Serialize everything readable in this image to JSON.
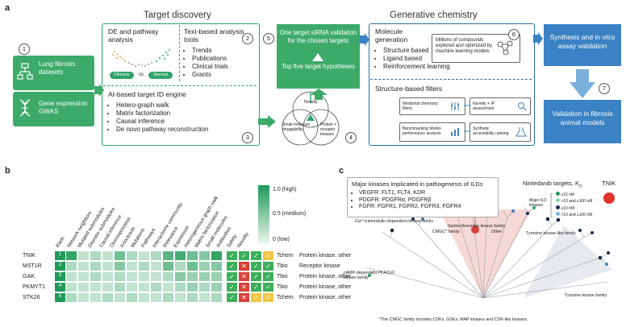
{
  "panel_a": {
    "letter": "a",
    "section_target": "Target discovery",
    "section_generative": "Generative chemistry",
    "left_items": [
      {
        "label": "Lung fibrosis datasets",
        "icon": "hierarchy-icon"
      },
      {
        "label": "Gene expression GWAS",
        "icon": "dna-icon"
      }
    ],
    "step1": "1",
    "de_title": "DE and pathway analysis",
    "de_fibrosis": "Fibrosis",
    "de_vs": "vs",
    "de_normal": "Normal",
    "text_title": "Text-based analysis tools",
    "text_items": [
      "Trends",
      "Publications",
      "Clinical trials",
      "Grants"
    ],
    "step2": "2",
    "ai_title": "AI-based target ID engine",
    "ai_items": [
      "Hetero-graph walk",
      "Matrix factorization",
      "Causal inference",
      "De novo pathway reconstruction"
    ],
    "step3": "3",
    "venn_novelty": "Novelty",
    "venn_small": "Small-molecule druggability",
    "venn_protein": "Protein + receptor kinases",
    "step4": "4",
    "top_five": "Top five target hypotheses",
    "one_target": "One target siRNA validation for the chosen targets",
    "step5": "5",
    "mol_title": "Molecule generation",
    "mol_items": [
      "Structure based",
      "Ligand based",
      "Reinforcement learning"
    ],
    "mol_desc": "Millions of compounds explored and optimized by machine learning models",
    "step6": "6",
    "struct_title": "Structure-based filters",
    "filter_med": "Medicinal chemistry filters",
    "filter_novelty": "Novelty + IP assessment",
    "filter_bench": "Benchmarking Model-performance analysis",
    "filter_synth": "Synthetic accessibility ranking",
    "synthesis": "Synthesis and in vitro assay validation",
    "step7": "7",
    "validation": "Validation in fibrosis animal models"
  },
  "panel_b": {
    "letter": "b",
    "columns": [
      "Rank",
      "Network neighbors",
      "Mutated submodules",
      "Disease submodules",
      "Causal inference",
      "Overexpression",
      "Knockouts",
      "Mutations",
      "Pathways",
      "Interactome community",
      "Relevance",
      "Expression",
      "Heterogeneous graph walk",
      "Matrix factorization",
      "Small molecules",
      "Antibodies",
      "Safety",
      "Novelty"
    ],
    "rows": [
      {
        "gene": "TNIK",
        "rank": "1",
        "levels": [
          0.9,
          0.2,
          0.3,
          0.2,
          0.6,
          0.3,
          0.2,
          0.3,
          0.7,
          0.8,
          0.6,
          0.5,
          0.9
        ],
        "marks": [
          "ok",
          "ok",
          "ok",
          "warn"
        ],
        "class": "Tchem",
        "family": "Protein kinase, other"
      },
      {
        "gene": "MST1R",
        "rank": "2",
        "levels": [
          0.3,
          0.2,
          0.3,
          0.2,
          0.5,
          0.2,
          0.3,
          0.2,
          0.6,
          0.3,
          0.6,
          0.4,
          0.5
        ],
        "marks": [
          "ok",
          "no",
          "ok",
          "ok"
        ],
        "class": "Tbio",
        "family": "Receptor kinase"
      },
      {
        "gene": "GAK",
        "rank": "3",
        "levels": [
          0.2,
          0.2,
          0.3,
          0.2,
          0.3,
          0.2,
          0.2,
          0.2,
          0.3,
          0.5,
          0.4,
          0.4,
          0.4
        ],
        "marks": [
          "ok",
          "no",
          "ok",
          "ok"
        ],
        "class": "Tbio",
        "family": "Protein kinase, other"
      },
      {
        "gene": "PKMYT1",
        "rank": "4",
        "levels": [
          0.2,
          0.2,
          0.2,
          0.2,
          0.3,
          0.2,
          0.2,
          0.3,
          0.2,
          0.3,
          0.4,
          0.3,
          0.4
        ],
        "marks": [
          "ok",
          "no",
          "ok",
          "ok"
        ],
        "class": "Tbio",
        "family": "Protein kinase, other"
      },
      {
        "gene": "STK26",
        "rank": "5",
        "levels": [
          0.3,
          0.2,
          0.2,
          0.3,
          0.2,
          0.3,
          0.2,
          0.2,
          0.3,
          0.2,
          0.3,
          0.2,
          0.3
        ],
        "marks": [
          "ok",
          "no",
          "warn",
          "warn"
        ],
        "class": "Tchem",
        "family": "Protein kinase, other"
      }
    ],
    "legend_high": "1.0 (high)",
    "legend_medium": "0.5 (medium)",
    "legend_low": "0 (low)",
    "colors": {
      "high": "#1f9a58",
      "low": "#eaf5ee",
      "ok": "#3caf5a",
      "no": "#d8413a",
      "warn": "#f2c744"
    }
  },
  "panel_c": {
    "letter": "c",
    "box_title": "Major kinases implicated in pathogenesis of ILDs",
    "box_items": [
      "VEGFR: FLT1, FLT4, KDR",
      "PDGFR: PDGFRα, PDGFRβ",
      "FGFR: FGFR1, FGFR2, FGFR3, FGFR4"
    ],
    "nint_title": "Nintedanib targets, K",
    "nint_sub": "d",
    "nint_major": "Major ILD kinases",
    "nint_legend": [
      "≤10 nM",
      ">10 and ≤100 nM",
      "≤10 nM",
      ">10 and ≤100 nM"
    ],
    "tnik": "TNIK",
    "label_camk": "Ca²⁺/calmodulin-dependent kinase family",
    "label_ste": "Serine-threonine kinase family",
    "label_cmgc": "CMGC* family",
    "label_other": "Other",
    "label_tkl": "Tyrosine kinase-like family",
    "label_agc": "cAMP-dependent PKA/G/C kinase family",
    "label_tk": "Tyrosine kinase family",
    "footnote": "*The CMGC family includes CDKs, GSKs, MAP kinases and CDK-like kinases."
  }
}
